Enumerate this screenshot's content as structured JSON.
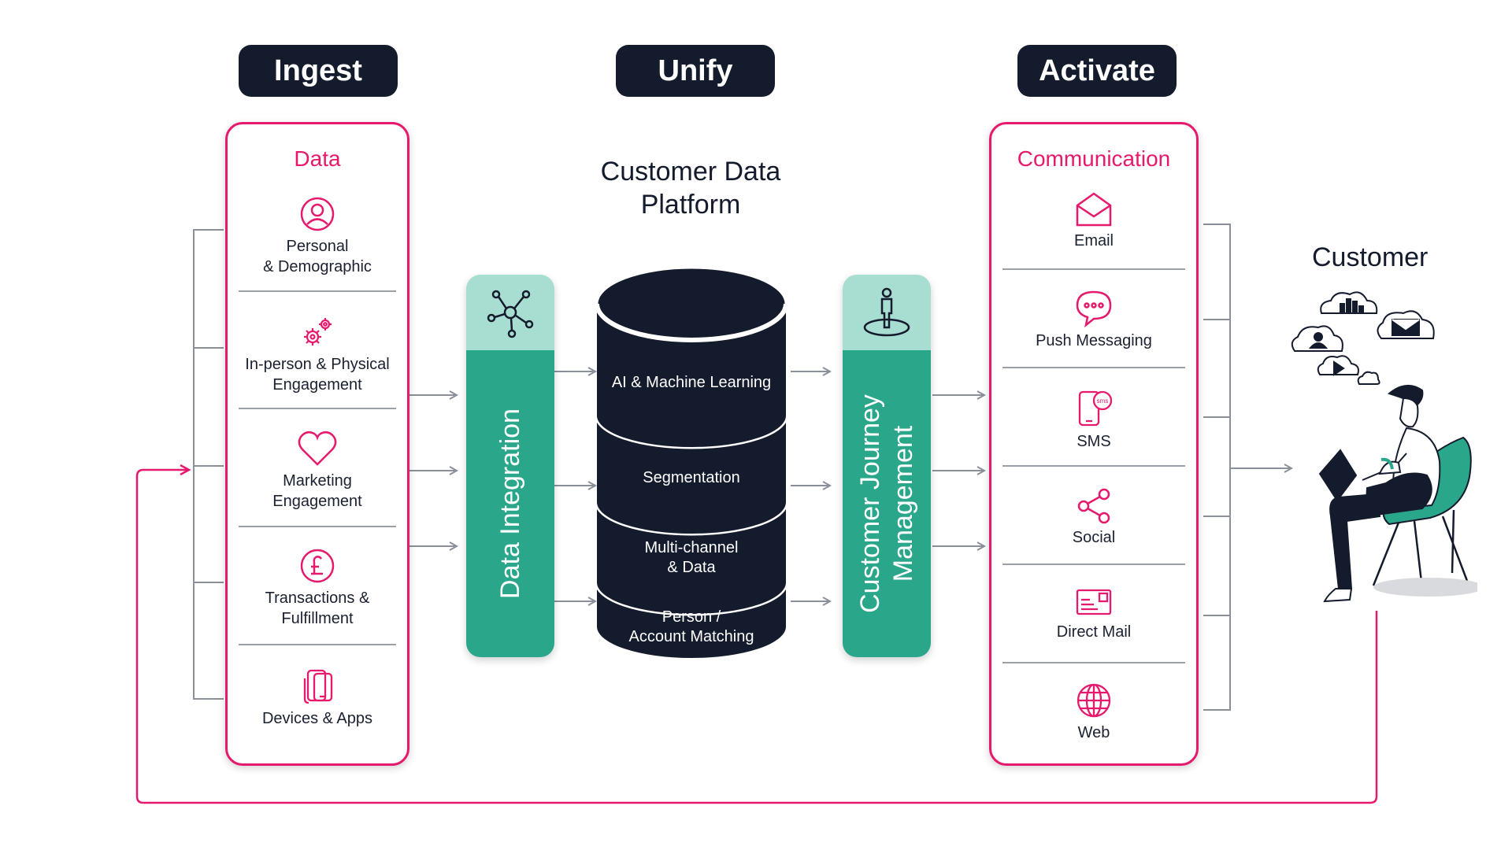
{
  "stages": {
    "ingest": "Ingest",
    "unify": "Unify",
    "activate": "Activate"
  },
  "data_panel": {
    "title": "Data",
    "items": [
      {
        "label": "Personal\n& Demographic",
        "icon": "user-circle-icon"
      },
      {
        "label": "In-person & Physical\nEngagement",
        "icon": "gears-icon"
      },
      {
        "label": "Marketing\nEngagement",
        "icon": "heart-icon"
      },
      {
        "label": "Transactions &\nFulfillment",
        "icon": "pound-coin-icon"
      },
      {
        "label": "Devices & Apps",
        "icon": "devices-icon"
      }
    ]
  },
  "cdp": {
    "title": "Customer Data\nPlatform",
    "layers": [
      "AI & Machine Learning",
      "Segmentation",
      "Multi-channel\n& Data",
      "Person /\nAccount Matching"
    ]
  },
  "data_integration": {
    "label": "Data Integration",
    "icon": "network-icon"
  },
  "journey": {
    "label": "Customer Journey\nManagement",
    "icon": "person-on-target-icon"
  },
  "comm_panel": {
    "title": "Communication",
    "items": [
      {
        "label": "Email",
        "icon": "envelope-icon"
      },
      {
        "label": "Push Messaging",
        "icon": "chat-bubble-icon"
      },
      {
        "label": "SMS",
        "icon": "phone-sms-icon"
      },
      {
        "label": "Social",
        "icon": "share-icon"
      },
      {
        "label": "Direct Mail",
        "icon": "mail-card-icon"
      },
      {
        "label": "Web",
        "icon": "globe-icon"
      }
    ]
  },
  "customer": {
    "title": "Customer",
    "icon": "customer-illustration"
  },
  "colors": {
    "accent": "#e6196c",
    "dark": "#141b2d",
    "teal": "#2aa68b",
    "teal_light": "#a8ddd2",
    "connector": "#8a9099"
  }
}
